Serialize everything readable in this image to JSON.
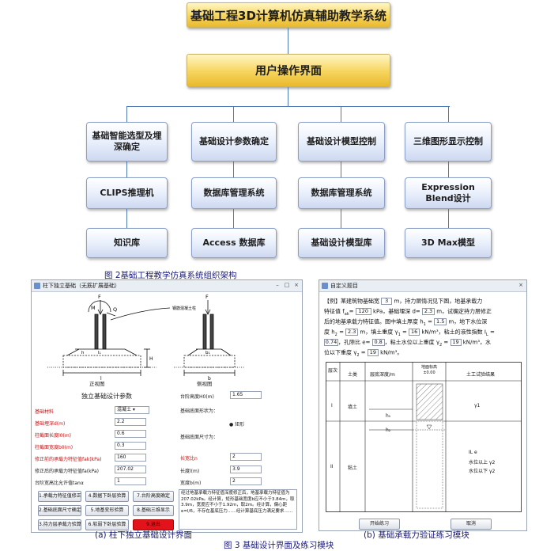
{
  "title_box": "基础工程3D计算机仿真辅助教学系统",
  "ui_box": "用户操作界面",
  "modules": [
    {
      "header": "基础智能选型及埋深确定",
      "mid": "CLIPS推理机",
      "bottom": "知识库"
    },
    {
      "header": "基础设计参数确定",
      "mid": "数据库管理系统",
      "bottom": "Access 数据库"
    },
    {
      "header": "基础设计模型控制",
      "mid": "数据库管理系统",
      "bottom": "基础设计模型库"
    },
    {
      "header": "三维图形显示控制",
      "mid": "Expression Blend设计",
      "bottom": "3D Max模型"
    }
  ],
  "fig2_caption": "图 2基础工程教学仿真系统组织架构",
  "left_window": {
    "title": "柱下独立基础（无筋扩展基础）",
    "drawing": {
      "label_M": "M",
      "label_F": "F",
      "label_Q": "Q",
      "label_F2": "F",
      "label_top_note": "钢筋混凝土柱",
      "label_H": "H",
      "label_l": "l",
      "label_b": "b",
      "label_h": "h",
      "label_lc": "l₁",
      "label_bc": "b₁",
      "label_front": "正视图",
      "label_side": "侧视图"
    },
    "section_title": "独立基础设计参数",
    "params_left": [
      {
        "label": "基础材料",
        "value": "混凝土 ▾",
        "red": true
      },
      {
        "label": "基础埋深d(m)",
        "value": "2.2",
        "red": true
      },
      {
        "label": "柱截面长度l0(m)",
        "value": "0.6",
        "red": true
      },
      {
        "label": "柱截面宽度b0(m)",
        "value": "0.3",
        "red": true
      },
      {
        "label": "修正前的承载力特征值fak(kPa)",
        "value": "160",
        "red": true
      },
      {
        "label": "修正后的承载力特征值fa(kPa)",
        "value": "207.02",
        "red": false
      },
      {
        "label": "台阶宽高比允许值tanα",
        "value": "1",
        "red": false
      }
    ],
    "params_right": [
      {
        "label": "台阶高度H0(m)",
        "value": "1.65",
        "red": false
      },
      {
        "label": "基础底面形状为：",
        "value": "",
        "red": false
      },
      {
        "label": "矩形",
        "value": "",
        "red": false
      },
      {
        "label": "基础底面尺寸为：",
        "value": "",
        "red": false
      },
      {
        "label": "长宽比n",
        "value": "2",
        "red": true
      },
      {
        "label": "长度l(m)",
        "value": "3.9",
        "red": false
      },
      {
        "label": "宽度b(m)",
        "value": "2",
        "red": false
      }
    ],
    "buttons": [
      "1.承载力特征值修正",
      "4.数据下卧层验算",
      "7.台阶高度确定",
      "2.基础底面尺寸确定",
      "5.地基变形验算",
      "8.基础三维显示",
      "3.持力层承载力验算",
      "6.软弱下卧层验算",
      "9.退出"
    ],
    "result_text": "经过地基承载力特征值深度修正后，地基承载力特征值为207.02kPa。经计算，矩形基础宽度b应不小于3.84m，取3.9m，宽度应不小于1.92m，取2m。经计算，偏心距e=l/6，不存在基底压力……经计算基底压力满足要求……"
  },
  "right_window": {
    "title": "自定义题目",
    "problem_lines": [
      "【例】某建筑物基础宽 [3] m，持力层情况见下图，地基承载力",
      "特征值 fak= [120] kPa，基础埋深 d= [2.3] m，试确定持力层修正",
      "后的地基承载力特征值。图中填土厚度 h1 = [1.5] m，地下水位深",
      "度 h2 = [2.3] m，填土重度 γ1 = [16] kN/m³，粘土的液性指数 IL =",
      "[0.74]，孔隙比 e= [0.8]，粘土水位以上重度 γ2 = [19] kN/m³，水",
      "位以下重度 γ2 = [19] kN/m³。"
    ],
    "table_headers": [
      "层次",
      "土类",
      "层底深度/m",
      "地面标高±0.00",
      "土工试验结果"
    ],
    "row1": {
      "num": "I",
      "soil": "填土",
      "result": "γ1"
    },
    "row2": {
      "num": "II",
      "soil": "粘土",
      "result_lines": [
        "IL  e",
        "水位以上 γ2",
        "水位以下 γ2"
      ]
    },
    "h1": "h₁",
    "h2": "h₂",
    "btn_start": "开始练习",
    "btn_cancel": "取消"
  },
  "caption_a": "(a) 柱下独立基础设计界面",
  "caption_b": "(b) 基础承载力验证练习模块",
  "fig3_caption": "图 3 基础设计界面及练习模块"
}
